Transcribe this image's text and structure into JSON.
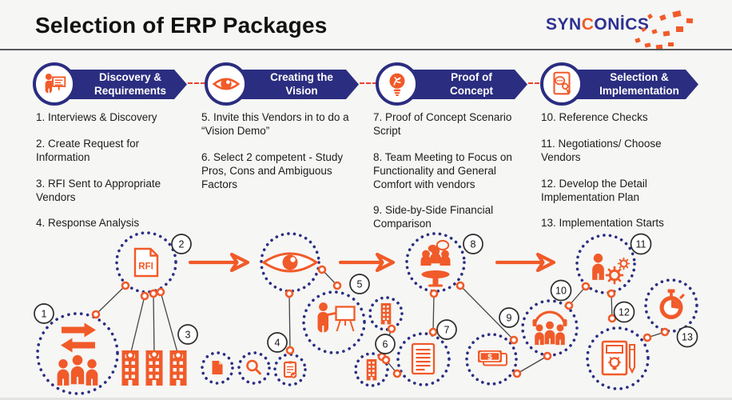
{
  "header": {
    "title": "Selection of ERP Packages"
  },
  "logo": {
    "part_syn": "SYN",
    "part_c": "C",
    "part_rest": "ONİCS"
  },
  "colors": {
    "navy": "#2b2d80",
    "orange": "#f15a29",
    "dash_red": "#e8432c",
    "background": "#f6f6f4"
  },
  "phases": [
    {
      "title": "Discovery & Requirements",
      "icon": "presenter-board-icon",
      "steps": [
        "1. Interviews & Discovery",
        "2. Create Request for Information",
        "3. RFI Sent to Appropriate Vendors",
        "4. Response Analysis"
      ]
    },
    {
      "title": "Creating the Vision",
      "icon": "eye-icon",
      "steps": [
        "5. Invite this Vendors in to do a “Vision Demo”",
        "6. Select 2 competent - Study Pros, Cons and Ambiguous Factors"
      ]
    },
    {
      "title": "Proof of Concept",
      "icon": "lightbulb-icon",
      "steps": [
        "7. Proof of Concept Scenario Script",
        "8. Team Meeting to Focus on Functionality and General Comfort with vendors",
        "9. Side-by-Side Financial Comparison"
      ]
    },
    {
      "title": "Selection & Implementation",
      "icon": "document-gears-icon",
      "steps": [
        "10. Reference Checks",
        "11. Negotiations/ Choose Vendors",
        "12. Develop the Detail Implementation Plan",
        "13. Implementation Starts"
      ]
    }
  ],
  "flow": {
    "rfi_label": "RFI",
    "dollar": "$",
    "nodes": [
      {
        "num": "1",
        "icon": "team-exchange-icon"
      },
      {
        "num": "2",
        "icon": "rfi-document-icon"
      },
      {
        "num": "3",
        "icon": "vendor-buildings-icon"
      },
      {
        "num": "4",
        "icon": "analysis-docs-icon"
      },
      {
        "num": "5",
        "icon": "vision-demo-presenter-icon"
      },
      {
        "num": "6",
        "icon": "vendor-buildings-icon"
      },
      {
        "num": "7",
        "icon": "script-document-icon"
      },
      {
        "num": "8",
        "icon": "team-meeting-icon"
      },
      {
        "num": "9",
        "icon": "money-icon"
      },
      {
        "num": "10",
        "icon": "reference-team-headset-icon"
      },
      {
        "num": "11",
        "icon": "negotiation-person-gears-icon"
      },
      {
        "num": "12",
        "icon": "implementation-plan-icon"
      },
      {
        "num": "13",
        "icon": "stopwatch-icon"
      }
    ]
  }
}
